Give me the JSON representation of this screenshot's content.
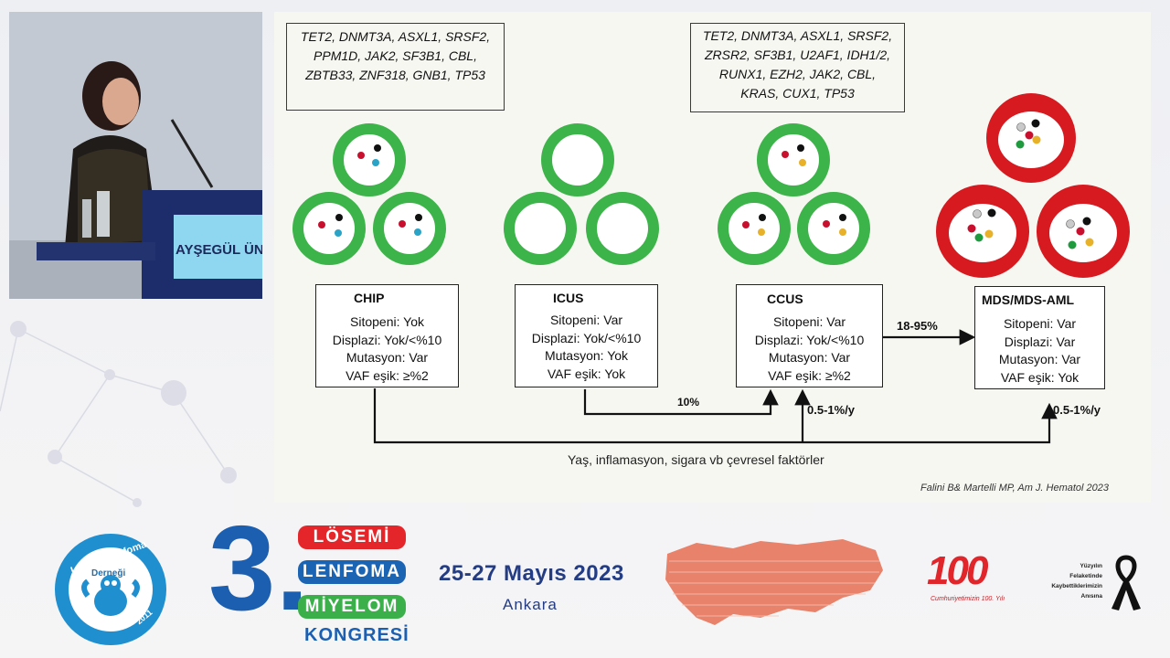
{
  "speaker_video": {
    "podium_text": "AYŞEGÜL ÜN"
  },
  "slide": {
    "gene_box_left": {
      "lines": [
        "TET2, DNMT3A, ASXL1, SRSF2,",
        "PPM1D, JAK2, SF3B1, CBL,",
        "ZBTB33, ZNF318, GNB1, TP53"
      ]
    },
    "gene_box_right": {
      "lines": [
        "TET2, DNMT3A, ASXL1, SRSF2,",
        "ZRSR2, SF3B1, U2AF1, IDH1/2,",
        "RUNX1, EZH2, JAK2, CBL,",
        "KRAS, CUX1, TP53"
      ]
    },
    "stages": [
      {
        "title": "CHIP",
        "lines": [
          "Sitopeni: Yok",
          "Displazi: Yok/<%10",
          "Mutasyon: Var",
          "VAF eşik: ≥%2"
        ]
      },
      {
        "title": "ICUS",
        "lines": [
          "Sitopeni: Var",
          "Displazi: Yok/<%10",
          "Mutasyon: Yok",
          "VAF eşik: Yok"
        ]
      },
      {
        "title": "CCUS",
        "lines": [
          "Sitopeni: Var",
          "Displazi: Yok/<%10",
          "Mutasyon: Var",
          "VAF eşik: ≥%2"
        ]
      },
      {
        "title": "MDS/MDS-AML",
        "lines": [
          "Sitopeni: Var",
          "Displazi: Var",
          "Mutasyon: Var",
          "VAF eşik: Yok"
        ]
      }
    ],
    "arrows": {
      "ccus_to_mds": "18-95%",
      "icus_to_ccus": "10%",
      "chip_to_ccus": "0.5-1%/y",
      "chip_to_mds": "0.5-1%/y"
    },
    "bottom_note": "Yaş, inflamasyon, sigara vb çevresel faktörler",
    "citation": "Falini B& Martelli MP, Am J. Hematol 2023",
    "colors": {
      "green": "#3cb449",
      "red": "#d71920",
      "dot_red": "#c8102e",
      "dot_blue": "#2ba3c7",
      "dot_yellow": "#e7b12a",
      "dot_green": "#1f9a3f",
      "dot_gray": "#c9c9c9"
    }
  },
  "footer": {
    "logo_ring_text": "Lösemi Lenfoma Miyelom",
    "logo_sub": "Derneği",
    "logo_year": "2011",
    "congress_number": "3.",
    "pills": [
      "LÖSEMİ",
      "LENFOMA",
      "MİYELOM"
    ],
    "kongresi": "KONGRESİ",
    "dates": "25-27 Mayıs 2023",
    "city": "Ankara",
    "centenary_number": "100",
    "centenary_caption": "Cumhuriyetimizin 100. Yılı",
    "memorial_lines": [
      "Yüzyılın",
      "Felaketinde",
      "Kaybettiklerimizin",
      "Anısına"
    ]
  }
}
